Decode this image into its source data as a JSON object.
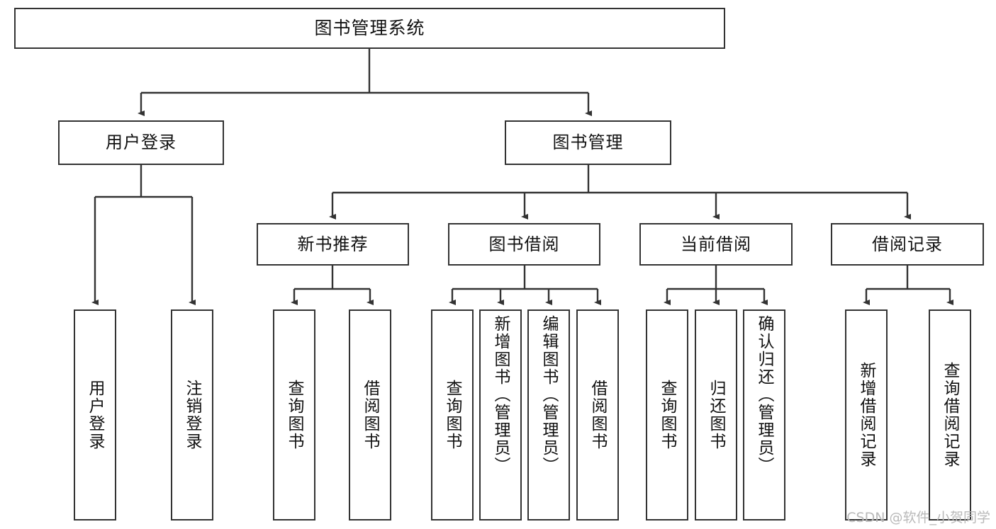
{
  "diagram": {
    "title": "图书管理系统",
    "type": "tree-hierarchy-chart",
    "colors": {
      "box_border": "#333333",
      "box_fill": "#ffffff",
      "connector": "#333333",
      "canvas": "#ffffff",
      "watermark": "#b9b9b9"
    },
    "watermark": "CSDN @软件_小贺同学",
    "levels": {
      "root": {
        "label": "图书管理系统"
      },
      "level2": [
        {
          "label": "用户登录"
        },
        {
          "label": "图书管理"
        }
      ],
      "level3": [
        {
          "label": "新书推荐"
        },
        {
          "label": "图书借阅"
        },
        {
          "label": "当前借阅"
        },
        {
          "label": "借阅记录"
        }
      ],
      "leaves": [
        {
          "label": "用户登录",
          "parent": "用户登录"
        },
        {
          "label": "注销登录",
          "parent": "用户登录"
        },
        {
          "label": "查询图书",
          "parent": "新书推荐"
        },
        {
          "label": "借阅图书",
          "parent": "新书推荐"
        },
        {
          "label": "查询图书",
          "parent": "图书借阅"
        },
        {
          "label": "新增图书（管理员）",
          "parent": "图书借阅"
        },
        {
          "label": "编辑图书（管理员）",
          "parent": "图书借阅"
        },
        {
          "label": "借阅图书",
          "parent": "图书借阅"
        },
        {
          "label": "查询图书",
          "parent": "当前借阅"
        },
        {
          "label": "归还图书",
          "parent": "当前借阅"
        },
        {
          "label": "确认归还（管理员）",
          "parent": "当前借阅"
        },
        {
          "label": "新增借阅记录",
          "parent": "借阅记录"
        },
        {
          "label": "查询借阅记录",
          "parent": "借阅记录"
        }
      ]
    }
  }
}
